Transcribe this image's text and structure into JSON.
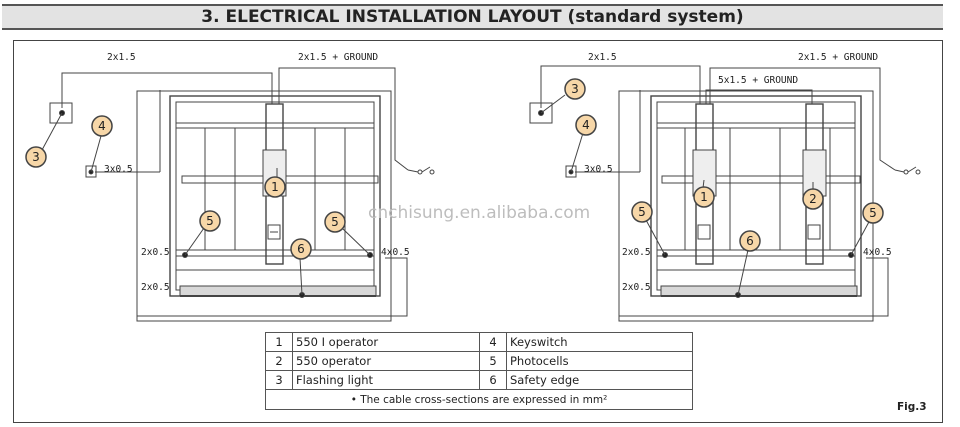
{
  "header": {
    "title": "3. ELECTRICAL INSTALLATION LAYOUT (standard system)"
  },
  "left_diagram": {
    "cable_flash": "2x1.5",
    "cable_main": "2x1.5 + GROUND",
    "cable_key": "3x0.5",
    "cable_photo_left": "2x0.5",
    "cable_photo_right": "4x0.5",
    "cable_edge": "2x0.5",
    "callouts": [
      "3",
      "4",
      "1",
      "5",
      "5",
      "6"
    ]
  },
  "right_diagram": {
    "cable_flash": "2x1.5",
    "cable_main": "2x1.5 + GROUND",
    "cable_link": "5x1.5 + GROUND",
    "cable_key": "3x0.5",
    "cable_photo_left": "2x0.5",
    "cable_photo_right": "4x0.5",
    "cable_edge": "2x0.5",
    "callouts": [
      "3",
      "4",
      "1",
      "2",
      "5",
      "5",
      "6"
    ]
  },
  "legend": {
    "rows": [
      {
        "n1": "1",
        "t1": "550 I operator",
        "n2": "4",
        "t2": "Keyswitch"
      },
      {
        "n1": "2",
        "t1": "550 operator",
        "n2": "5",
        "t2": "Photocells"
      },
      {
        "n1": "3",
        "t1": "Flashing light",
        "n2": "6",
        "t2": "Safety edge"
      }
    ],
    "note": "• The cable cross-sections are expressed in mm²"
  },
  "watermark": "cnchisung.en.alibaba.com",
  "figure_label": "Fig.3"
}
